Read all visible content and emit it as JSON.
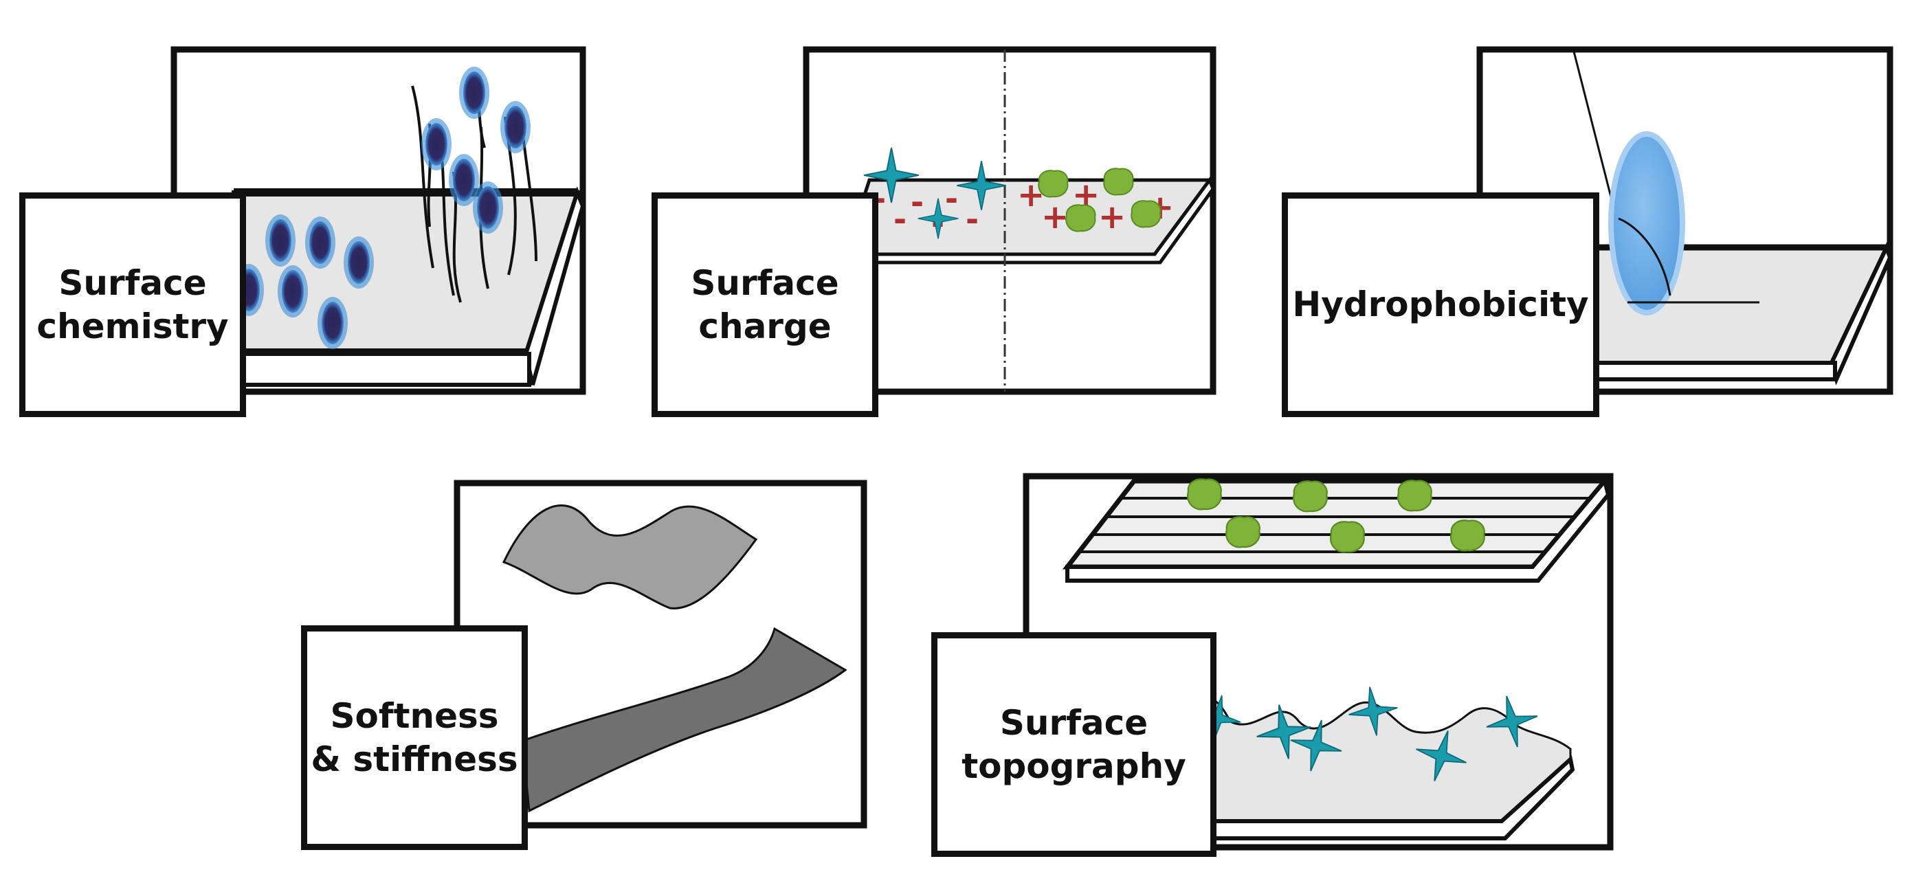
{
  "panels": [
    {
      "id": "surface-chemistry",
      "label": "Surface\nchemistry"
    },
    {
      "id": "surface-charge",
      "label": "Surface\ncharge"
    },
    {
      "id": "hydrophobicity",
      "label": "Hydrophobicity"
    },
    {
      "id": "softness-stiffness",
      "label": "Softness\n& stiffness"
    },
    {
      "id": "surface-topography",
      "label": "Surface\ntopography"
    }
  ],
  "charge_signs": {
    "negative": "-",
    "positive": "+"
  },
  "colors": {
    "outline": "#111111",
    "plate": "#e6e6e6",
    "bacteria_dark": "#2b2556",
    "bacteria_glow": "#3d8fd9",
    "star_teal": "#1a9cad",
    "green_cell": "#7fb33a",
    "charge_red": "#b03030",
    "droplet": "#6aaee8",
    "soft_sheet": "#a0a0a0",
    "stiff_sheet": "#707070"
  }
}
